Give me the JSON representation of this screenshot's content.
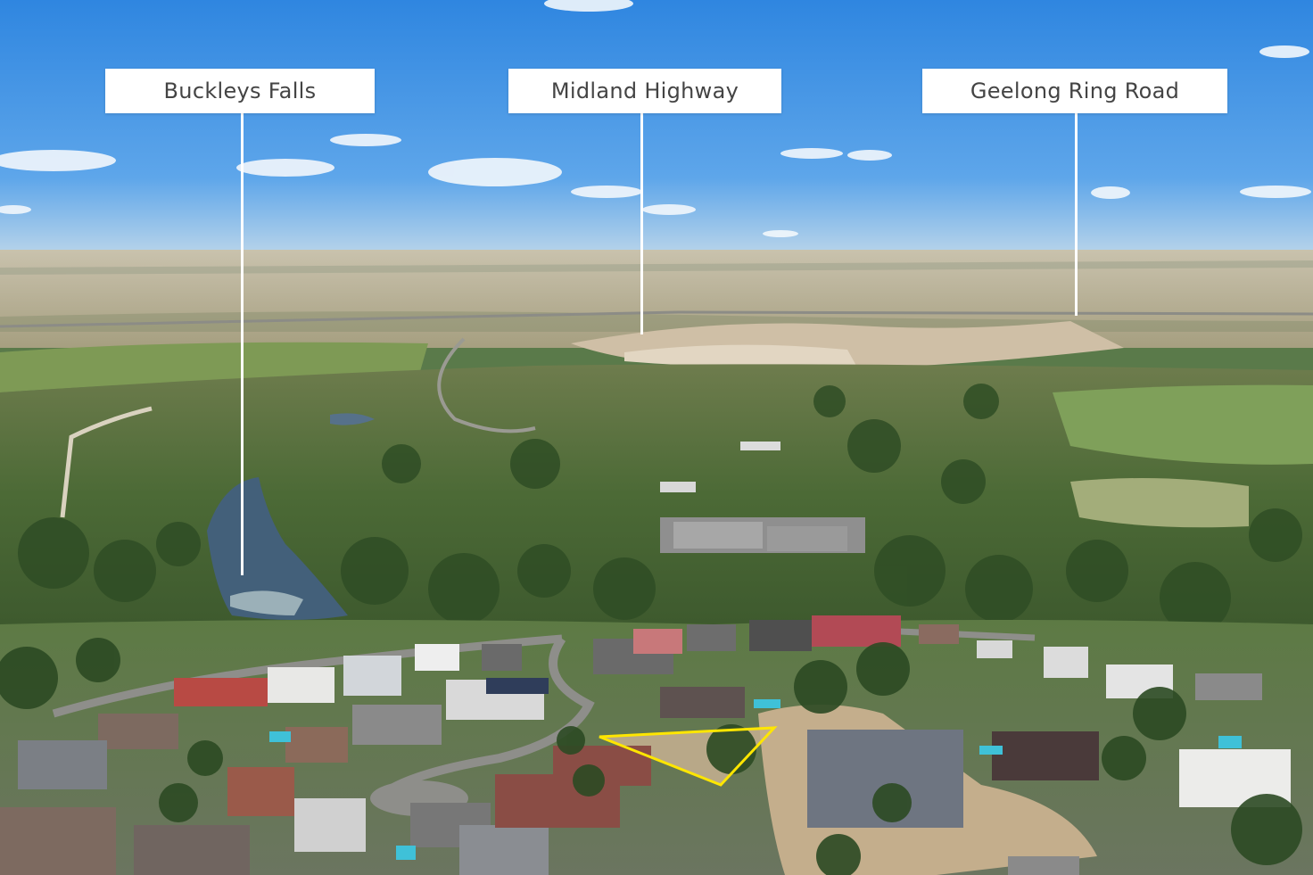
{
  "annotations": {
    "buckleys_falls": "Buckleys Falls",
    "midland_highway": "Midland Highway",
    "geelong_ring_road": "Geelong Ring Road"
  },
  "colors": {
    "label_background": "#ffffff",
    "label_text": "#444444",
    "pointer_line": "#ffffff",
    "lot_outline": "#ffe600",
    "sky": "#3a8fe0",
    "vegetation": "#4f7a3a"
  }
}
